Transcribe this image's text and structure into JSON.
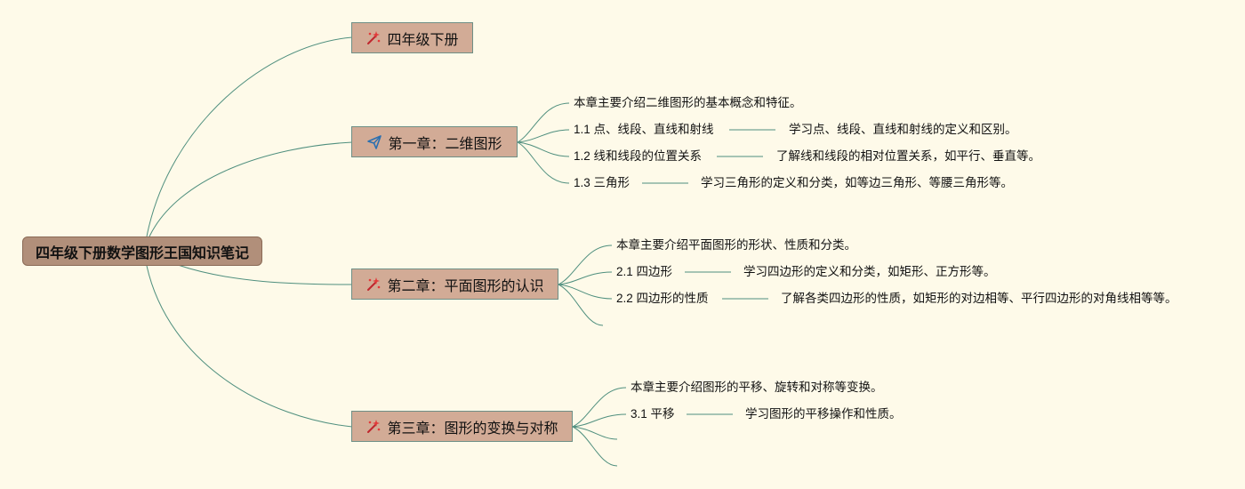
{
  "root": {
    "title": "四年级下册数学图形王国知识笔记"
  },
  "topics": {
    "t0": {
      "title": "四年级下册",
      "icon": "magic-wand-icon"
    },
    "t1": {
      "title": "第一章：二维图形",
      "icon": "paper-plane-icon",
      "summary": "本章主要介绍二维图形的基本概念和特征。",
      "items": [
        {
          "label": "1.1 点、线段、直线和射线",
          "desc": "学习点、线段、直线和射线的定义和区别。"
        },
        {
          "label": "1.2 线和线段的位置关系",
          "desc": "了解线和线段的相对位置关系，如平行、垂直等。"
        },
        {
          "label": "1.3 三角形",
          "desc": "学习三角形的定义和分类，如等边三角形、等腰三角形等。"
        }
      ]
    },
    "t2": {
      "title": "第二章：平面图形的认识",
      "icon": "magic-wand-icon",
      "summary": "本章主要介绍平面图形的形状、性质和分类。",
      "items": [
        {
          "label": "2.1 四边形",
          "desc": "学习四边形的定义和分类，如矩形、正方形等。"
        },
        {
          "label": "2.2 四边形的性质",
          "desc": "了解各类四边形的性质，如矩形的对边相等、平行四边形的对角线相等等。"
        }
      ]
    },
    "t3": {
      "title": "第三章：图形的变换与对称",
      "icon": "magic-wand-icon",
      "summary": "本章主要介绍图形的平移、旋转和对称等变换。",
      "items": [
        {
          "label": "3.1 平移",
          "desc": "学习图形的平移操作和性质。"
        }
      ]
    }
  },
  "colors": {
    "background": "#fefae9",
    "root": "#b18f7a",
    "topic": "#d2ab96",
    "line": "#4f8f7e"
  }
}
